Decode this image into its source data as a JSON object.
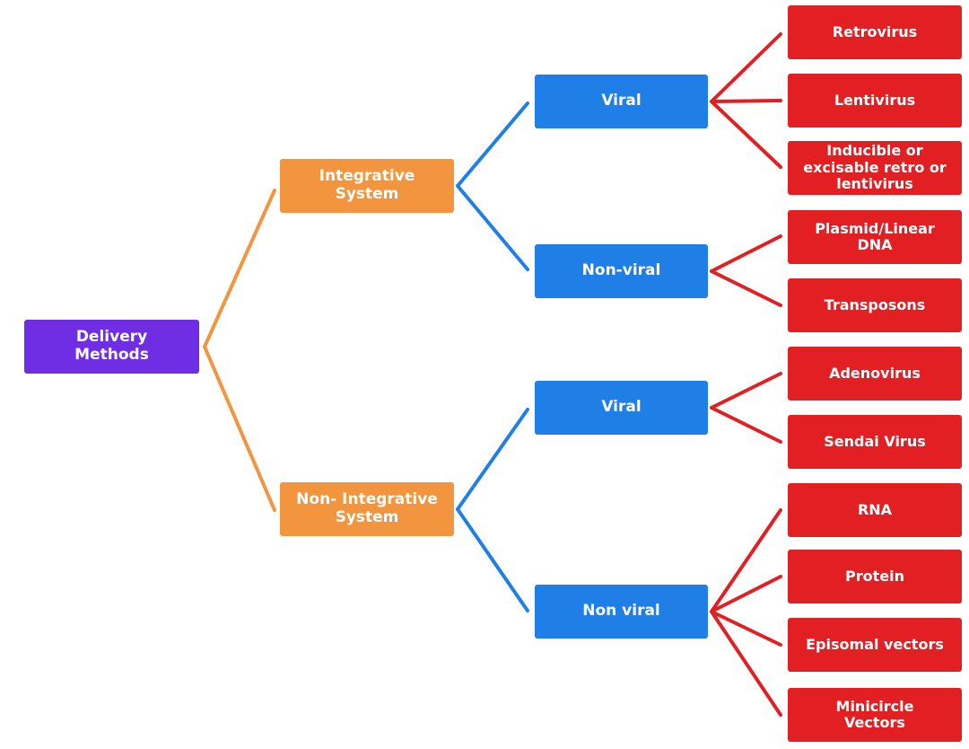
{
  "root": {
    "label": "Delivery\nMethods"
  },
  "integrative": {
    "label": "Integrative\nSystem",
    "viral": {
      "label": "Viral",
      "items": [
        "Retrovirus",
        "Lentivirus",
        "Inducible or\nexcisable retro or\nlentivirus"
      ]
    },
    "non_viral": {
      "label": "Non-viral",
      "items": [
        "Plasmid/Linear\nDNA",
        "Transposons"
      ]
    }
  },
  "non_integrative": {
    "label": "Non- Integrative\nSystem",
    "viral": {
      "label": "Viral",
      "items": [
        "Adenovirus",
        "Sendai  Virus"
      ]
    },
    "non_viral": {
      "label": "Non viral",
      "items": [
        "RNA",
        "Protein",
        "Episomal vectors",
        "Minicircle\nVectors"
      ]
    }
  },
  "colors": {
    "root": "#6f2ee3",
    "level1": "#f3953f",
    "level2": "#1f7fe6",
    "leaf": "#e21f23"
  }
}
